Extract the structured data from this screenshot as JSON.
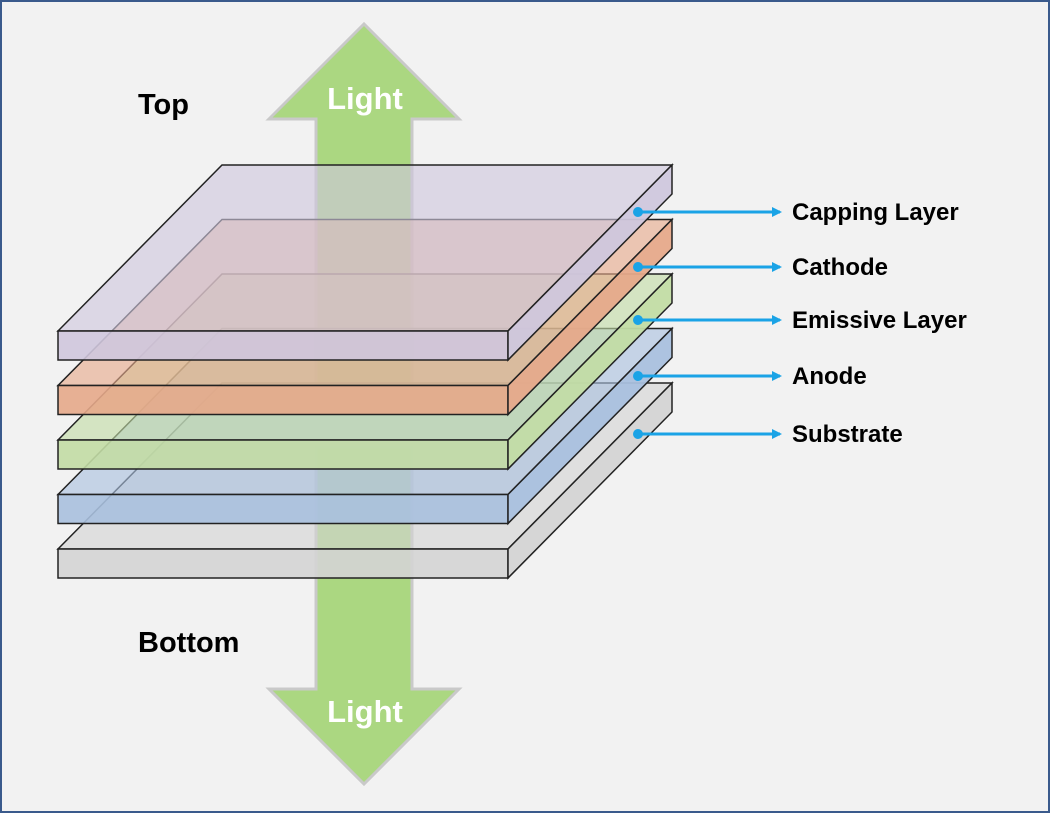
{
  "labels": {
    "top": "Top",
    "bottom": "Bottom",
    "light_top": "Light",
    "light_bottom": "Light"
  },
  "layers": [
    {
      "name": "Capping Layer",
      "color": "#cfc7dd"
    },
    {
      "name": "Cathode",
      "color": "#e6a98a"
    },
    {
      "name": "Emissive Layer",
      "color": "#c2dca4"
    },
    {
      "name": "Anode",
      "color": "#a9c0de"
    },
    {
      "name": "Substrate",
      "color": "#d4d4d4"
    }
  ],
  "colors": {
    "arrow_fill": "#a8d67c",
    "arrow_edge": "#c7c7c7",
    "pointer": "#1aa3e6",
    "frame_border": "#3a5a8c",
    "background": "#f2f2f2"
  }
}
